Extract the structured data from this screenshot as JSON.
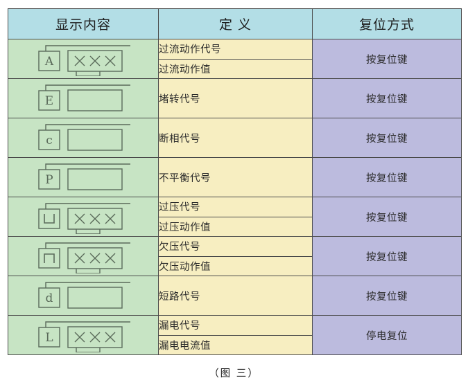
{
  "figure": {
    "caption": "（图 三）"
  },
  "table": {
    "headers": [
      "显示内容",
      "定 义",
      "复位方式"
    ],
    "colors": {
      "header_bg": "#b3dee6",
      "display_bg": "#c7e4c4",
      "definition_bg": "#f7eec1",
      "reset_bg": "#bcbbde",
      "border": "#4a4a4a",
      "glyph_stroke": "#5a6a5a",
      "text": "#2b2b2b"
    },
    "rows": [
      {
        "glyph": {
          "code": "A",
          "code_name": "letter-a-glyph",
          "value_box": "× × ×",
          "has_value": true
        },
        "definitions": [
          "过流动作代号",
          "过流动作值"
        ],
        "reset": "按复位键"
      },
      {
        "glyph": {
          "code": "E",
          "code_name": "letter-e-glyph",
          "value_box": "",
          "has_value": false
        },
        "definitions": [
          "堵转代号"
        ],
        "reset": "按复位键"
      },
      {
        "glyph": {
          "code": "c",
          "code_name": "letter-c-glyph",
          "value_box": "",
          "has_value": false
        },
        "definitions": [
          "断相代号"
        ],
        "reset": "按复位键"
      },
      {
        "glyph": {
          "code": "P",
          "code_name": "letter-p-glyph",
          "value_box": "",
          "has_value": false
        },
        "definitions": [
          "不平衡代号"
        ],
        "reset": "按复位键"
      },
      {
        "glyph": {
          "code": "⊔",
          "code_name": "overvoltage-u-glyph",
          "value_box": "× × ×",
          "has_value": true
        },
        "definitions": [
          "过压代号",
          "过压动作值"
        ],
        "reset": "按复位键"
      },
      {
        "glyph": {
          "code": "⊓",
          "code_name": "undervoltage-n-glyph",
          "value_box": "× × ×",
          "has_value": true
        },
        "definitions": [
          "欠压代号",
          "欠压动作值"
        ],
        "reset": "按复位键"
      },
      {
        "glyph": {
          "code": "d",
          "code_name": "letter-d-glyph",
          "value_box": "",
          "has_value": false
        },
        "definitions": [
          "短路代号"
        ],
        "reset": "按复位键"
      },
      {
        "glyph": {
          "code": "L",
          "code_name": "letter-l-glyph",
          "value_box": "× × ×",
          "has_value": true
        },
        "definitions": [
          "漏电代号",
          "漏电电流值"
        ],
        "reset": "停电复位"
      }
    ]
  }
}
